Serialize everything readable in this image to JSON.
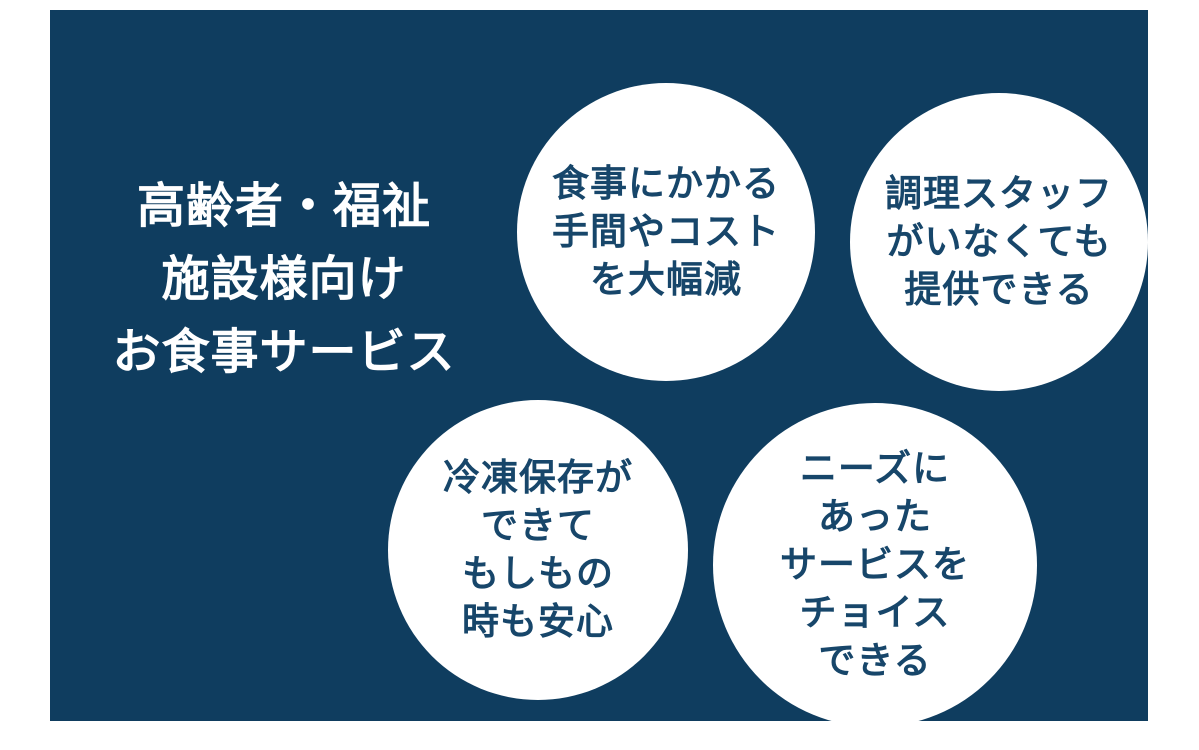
{
  "colors": {
    "page-bg": "#ffffff",
    "panel-bg": "#0f3d5f",
    "circle-bg": "#ffffff",
    "circle-text": "#17466a",
    "title-color": "#ffffff"
  },
  "title": {
    "lines": [
      "高齢者・福祉",
      "施設様向け",
      "お食事サービス"
    ]
  },
  "circles": [
    {
      "name": "cost-reduction",
      "lines": [
        "食事にかかる",
        "手間やコスト",
        "を大幅減"
      ]
    },
    {
      "name": "no-cooking-staff",
      "lines": [
        "調理スタッフ",
        "がいなくても",
        "提供できる"
      ]
    },
    {
      "name": "frozen-storage",
      "lines": [
        "冷凍保存が",
        "できて",
        "もしもの",
        "時も安心"
      ]
    },
    {
      "name": "service-choice",
      "lines": [
        "ニーズに",
        "あった",
        "サービスを",
        "チョイス",
        "できる"
      ]
    }
  ]
}
